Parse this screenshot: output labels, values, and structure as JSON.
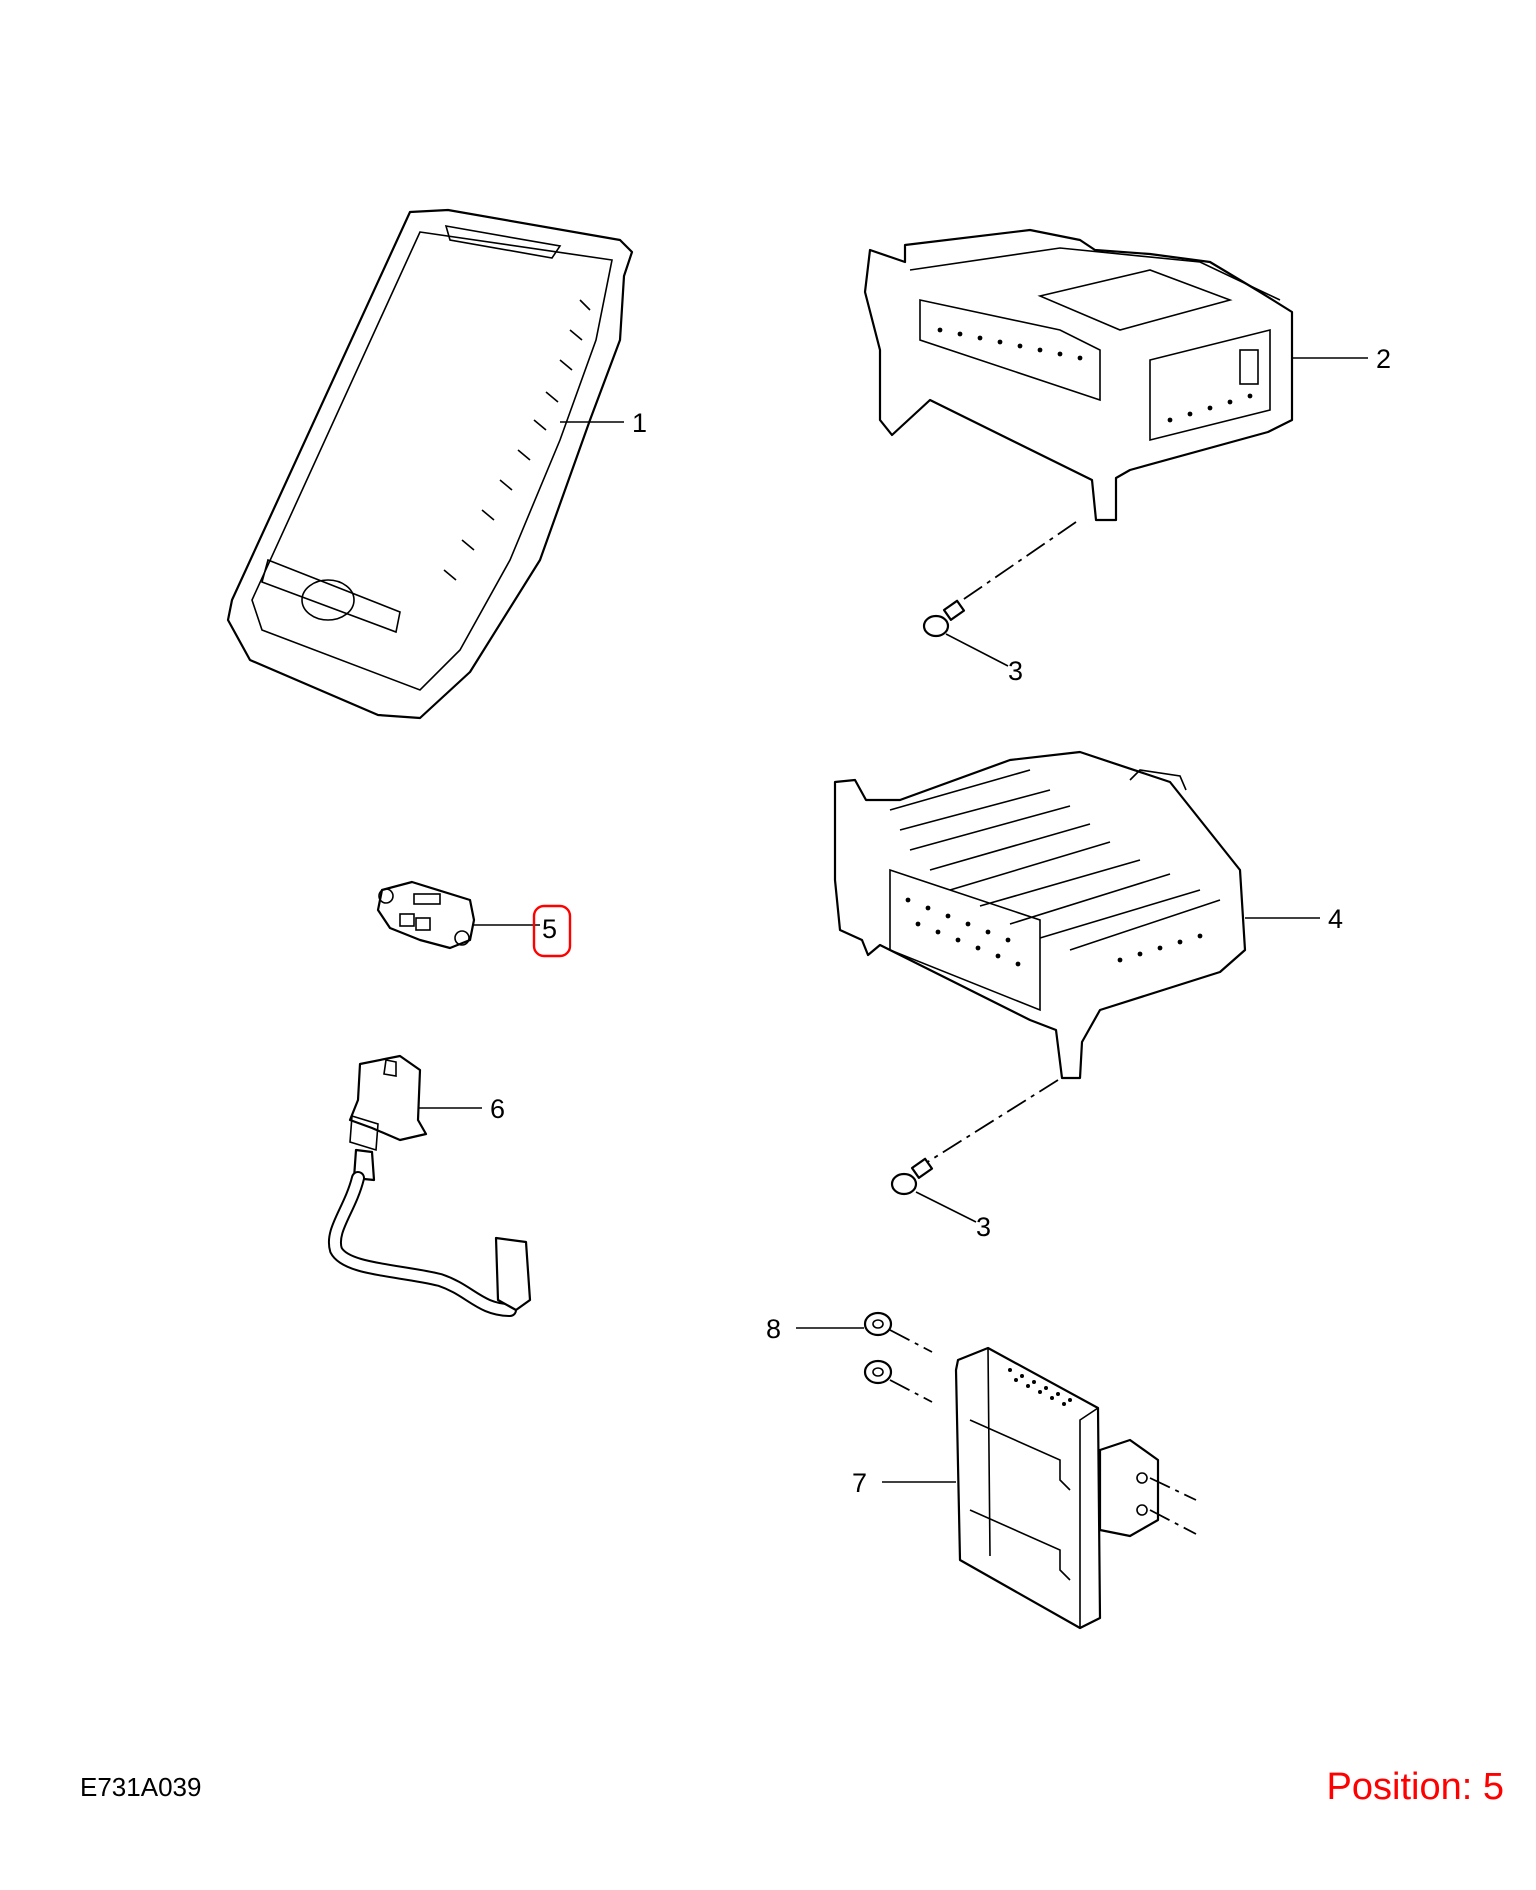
{
  "diagram": {
    "code": "E731A039",
    "position_label": "Position: 5",
    "highlight_color": "#ff0000",
    "callouts": [
      {
        "id": "1",
        "label": "1"
      },
      {
        "id": "2",
        "label": "2"
      },
      {
        "id": "3a",
        "label": "3"
      },
      {
        "id": "3b",
        "label": "3"
      },
      {
        "id": "4",
        "label": "4"
      },
      {
        "id": "5",
        "label": "5"
      },
      {
        "id": "6",
        "label": "6"
      },
      {
        "id": "7",
        "label": "7"
      },
      {
        "id": "8",
        "label": "8"
      }
    ]
  }
}
